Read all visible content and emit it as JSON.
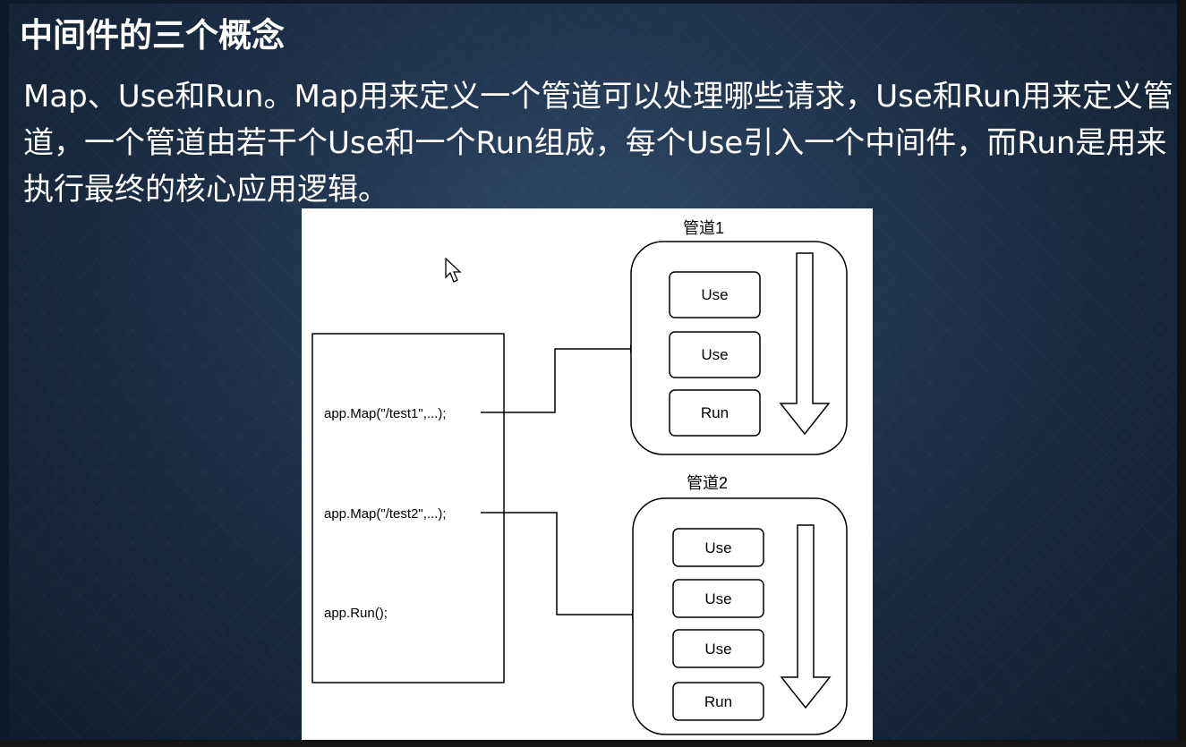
{
  "slide": {
    "title": "中间件的三个概念",
    "body": "Map、Use和Run。Map用来定义一个管道可以处理哪些请求，Use和Run用来定义管道，一个管道由若干个Use和一个Run组成，每个Use引入一个中间件，而Run是用来执行最终的核心应用逻辑。"
  },
  "diagram": {
    "code_lines": [
      "app.Map(\"/test1\",...);",
      "app.Map(\"/test2\",...);",
      "app.Run();"
    ],
    "pipeline1": {
      "title": "管道1",
      "items": [
        "Use",
        "Use",
        "Run"
      ]
    },
    "pipeline2": {
      "title": "管道2",
      "items": [
        "Use",
        "Use",
        "Use",
        "Run"
      ]
    }
  },
  "icons": {
    "cursor": "mouse-pointer-icon",
    "flow_arrow": "down-arrow-icon"
  },
  "colors": {
    "slide_background": "#1c3048",
    "text": "#ffffff",
    "diagram_background": "#ffffff",
    "diagram_stroke": "#000000"
  }
}
